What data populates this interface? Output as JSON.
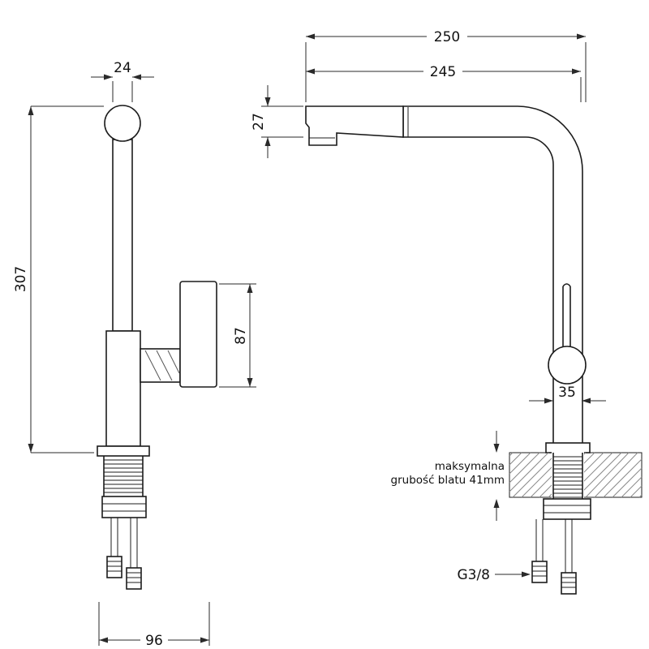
{
  "drawing": {
    "dims": {
      "spout_top_width": "24",
      "total_height": "307",
      "handle_height": "87",
      "base_depth": "96",
      "total_reach": "250",
      "spout_reach": "245",
      "spout_height": "27",
      "pipe_width": "35",
      "thread_size": "G3/8"
    },
    "notes": {
      "counter_line1": "maksymalna",
      "counter_line2": "grubość blatu 41mm"
    }
  }
}
